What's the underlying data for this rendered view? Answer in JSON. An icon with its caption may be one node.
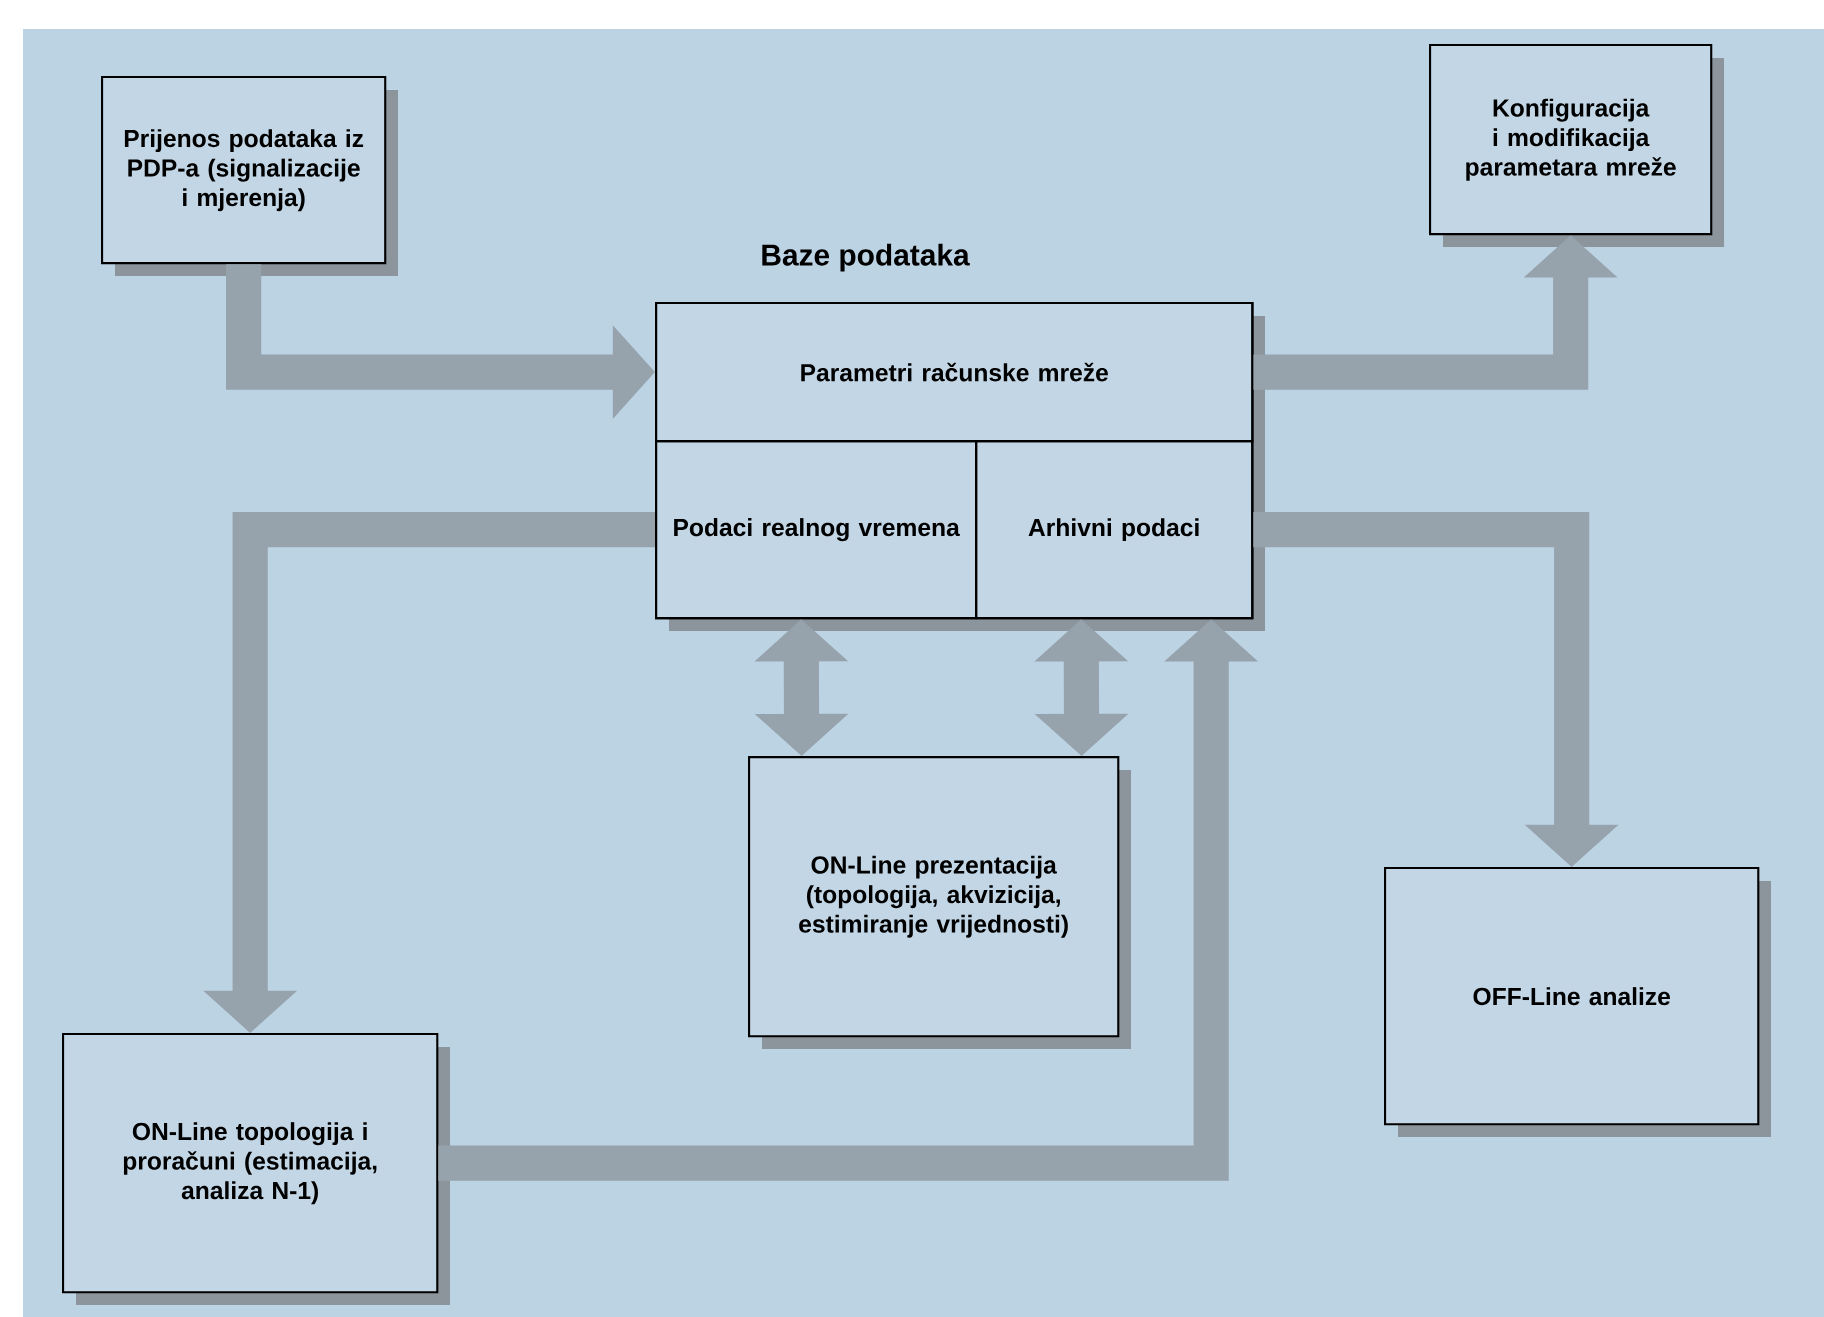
{
  "diagram": {
    "nodes": [
      {
        "text": [
          "Prijenos podataka iz PDP-a (signalizacije i mjerenja)"
        ]
      },
      {
        "text": [
          "Konfiguracija i modifikacija parametara mreže"
        ]
      },
      {
        "text": [
          "Baze podataka"
        ]
      },
      {
        "text": [
          "Parametri računske mreže"
        ],
        "in": 2
      },
      {
        "text": [
          "Podaci realnog vremena"
        ],
        "in": 2
      },
      {
        "text": [
          "Arhivni podaci"
        ],
        "in": 2
      },
      {
        "text": [
          "ON-Line prezentacija (topologija, akvizicija, estimiranje vrijednosti)"
        ]
      },
      {
        "text": [
          "OFF-Line analize"
        ]
      },
      {
        "text": [
          "ON-Line topologija i proračuni (estimacija, analiza N-1)"
        ]
      }
    ],
    "edges": [
      {
        "from": 0,
        "to": 3,
        "arrow": "to"
      },
      {
        "from": 3,
        "to": 1,
        "arrow": "to"
      },
      {
        "from": 4,
        "to": 8,
        "arrow": "to"
      },
      {
        "from": 4,
        "to": 6,
        "arrow": "both"
      },
      {
        "from": 5,
        "to": 6,
        "arrow": "both"
      },
      {
        "from": 5,
        "to": 7,
        "arrow": "to"
      },
      {
        "from": 8,
        "to": 5,
        "arrow": "to"
      }
    ]
  }
}
